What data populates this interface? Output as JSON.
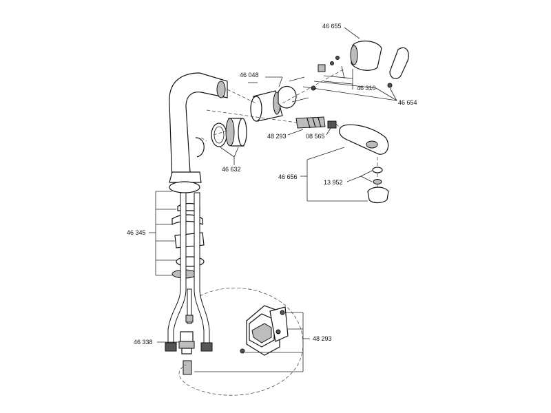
{
  "labels": {
    "p46655": "46 655",
    "p46048": "46 048",
    "p46310": "46 310",
    "p46654": "46 654",
    "p48293_top": "48 293",
    "p08565": "08 565",
    "p46632": "46 632",
    "p46656": "46 656",
    "p13952": "13 952",
    "p46345": "46 345",
    "p46338": "46 338",
    "p48293_bottom": "48 293"
  }
}
